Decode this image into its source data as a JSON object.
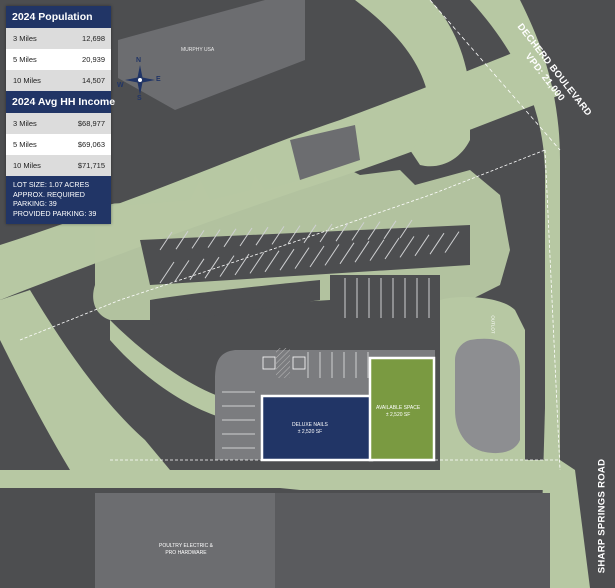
{
  "population": {
    "title": "2024 Population",
    "rows": [
      {
        "label": "3 Miles",
        "value": "12,698"
      },
      {
        "label": "5 Miles",
        "value": "20,939"
      },
      {
        "label": "10 Miles",
        "value": "14,507"
      }
    ]
  },
  "income": {
    "title": "2024 Avg HH Income",
    "rows": [
      {
        "label": "3 Miles",
        "value": "$68,977"
      },
      {
        "label": "5 Miles",
        "value": "$69,063"
      },
      {
        "label": "10 Miles",
        "value": "$71,715"
      }
    ]
  },
  "lot": {
    "size": "LOT SIZE:  1.07 ACRES",
    "required": "APPROX. REQUIRED",
    "required2": "PARKING: 39",
    "provided": "PROVIDED PARKING: 39"
  },
  "compass": {
    "n": "N",
    "s": "S",
    "e": "E",
    "w": "W"
  },
  "labels": {
    "murphy": "MURPHY USA",
    "decherd": "DECHERD BOULEVARD",
    "vpd": "VPD: 21,000",
    "sharp": "SHARP SPRINGS ROAD",
    "outlot": "OUTLOT",
    "poultry1": "POULTRY ELECTRIC &",
    "poultry2": "PRO HARDWARE"
  },
  "units": {
    "nails": {
      "name": "DELUXE NAILS",
      "size": "± 2,520 SF"
    },
    "available": {
      "name": "AVAILABLE SPACE",
      "size": "± 2,520 SF"
    }
  },
  "colors": {
    "asphalt": "#4d4e50",
    "grass": "#b7c8a3",
    "building": "#6c6d70",
    "tenant": "#213566",
    "available": "#7a9a41",
    "panel_header": "#213566"
  }
}
